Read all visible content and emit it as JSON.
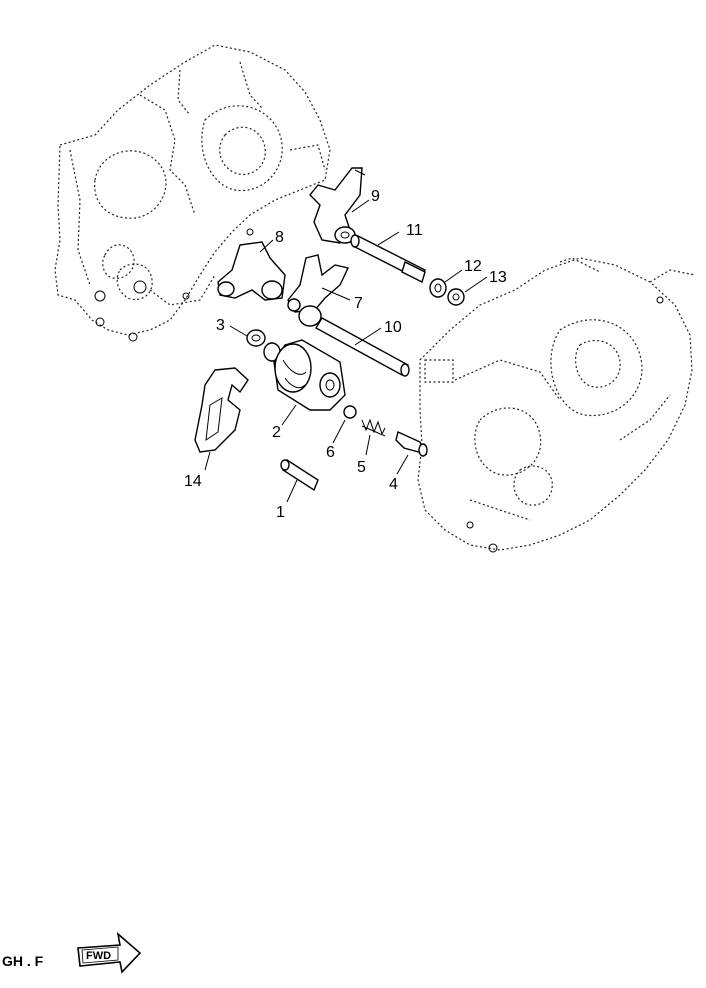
{
  "callouts": {
    "c1": "1",
    "c2": "2",
    "c3": "3",
    "c4": "4",
    "c5": "5",
    "c6": "6",
    "c7": "7",
    "c8": "8",
    "c9": "9",
    "c10": "10",
    "c11": "11",
    "c12": "12",
    "c13": "13",
    "c14": "14"
  },
  "footer": {
    "page_code": "GH . F",
    "fwd_label": "FWD"
  },
  "colors": {
    "ink": "#000000",
    "paper": "#ffffff"
  }
}
